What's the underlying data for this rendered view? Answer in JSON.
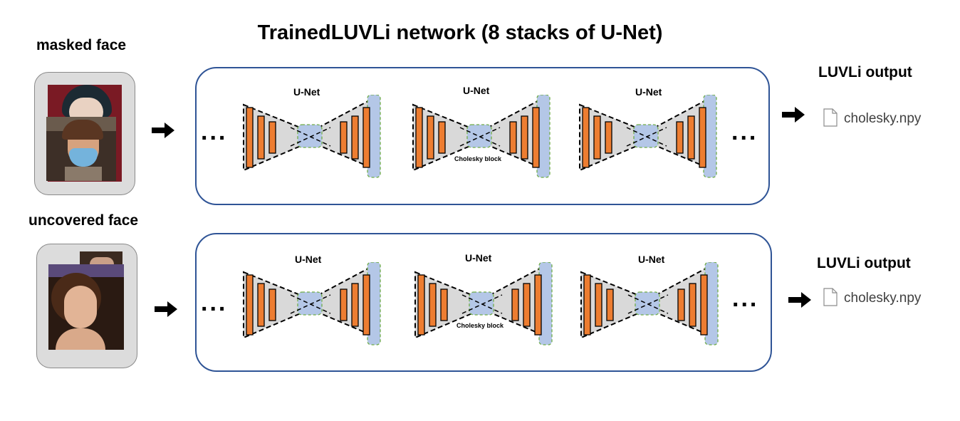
{
  "title": "TrainedLUVLi network (8 stacks of U-Net)",
  "colors": {
    "box_border": "#2f5496",
    "bar_fill": "#ed7d31",
    "bottleneck_fill": "#b4c7e7",
    "dashed_green": "#70ad47",
    "funnel_fill": "#d9d9d9"
  },
  "rows": [
    {
      "input_label": "masked face",
      "output_label": "LUVLi output",
      "file_icon": "file-icon",
      "file_name": "cholesky.npy",
      "unets": [
        {
          "label": "U-Net",
          "sublabel": ""
        },
        {
          "label": "U-Net",
          "sublabel": "Cholesky block"
        },
        {
          "label": "U-Net",
          "sublabel": ""
        }
      ]
    },
    {
      "input_label": "uncovered face",
      "output_label": "LUVLi output",
      "file_icon": "file-icon",
      "file_name": "cholesky.npy",
      "unets": [
        {
          "label": "U-Net",
          "sublabel": ""
        },
        {
          "label": "U-Net",
          "sublabel": "Cholesky block"
        },
        {
          "label": "U-Net",
          "sublabel": ""
        }
      ]
    }
  ],
  "ellipsis": "..."
}
